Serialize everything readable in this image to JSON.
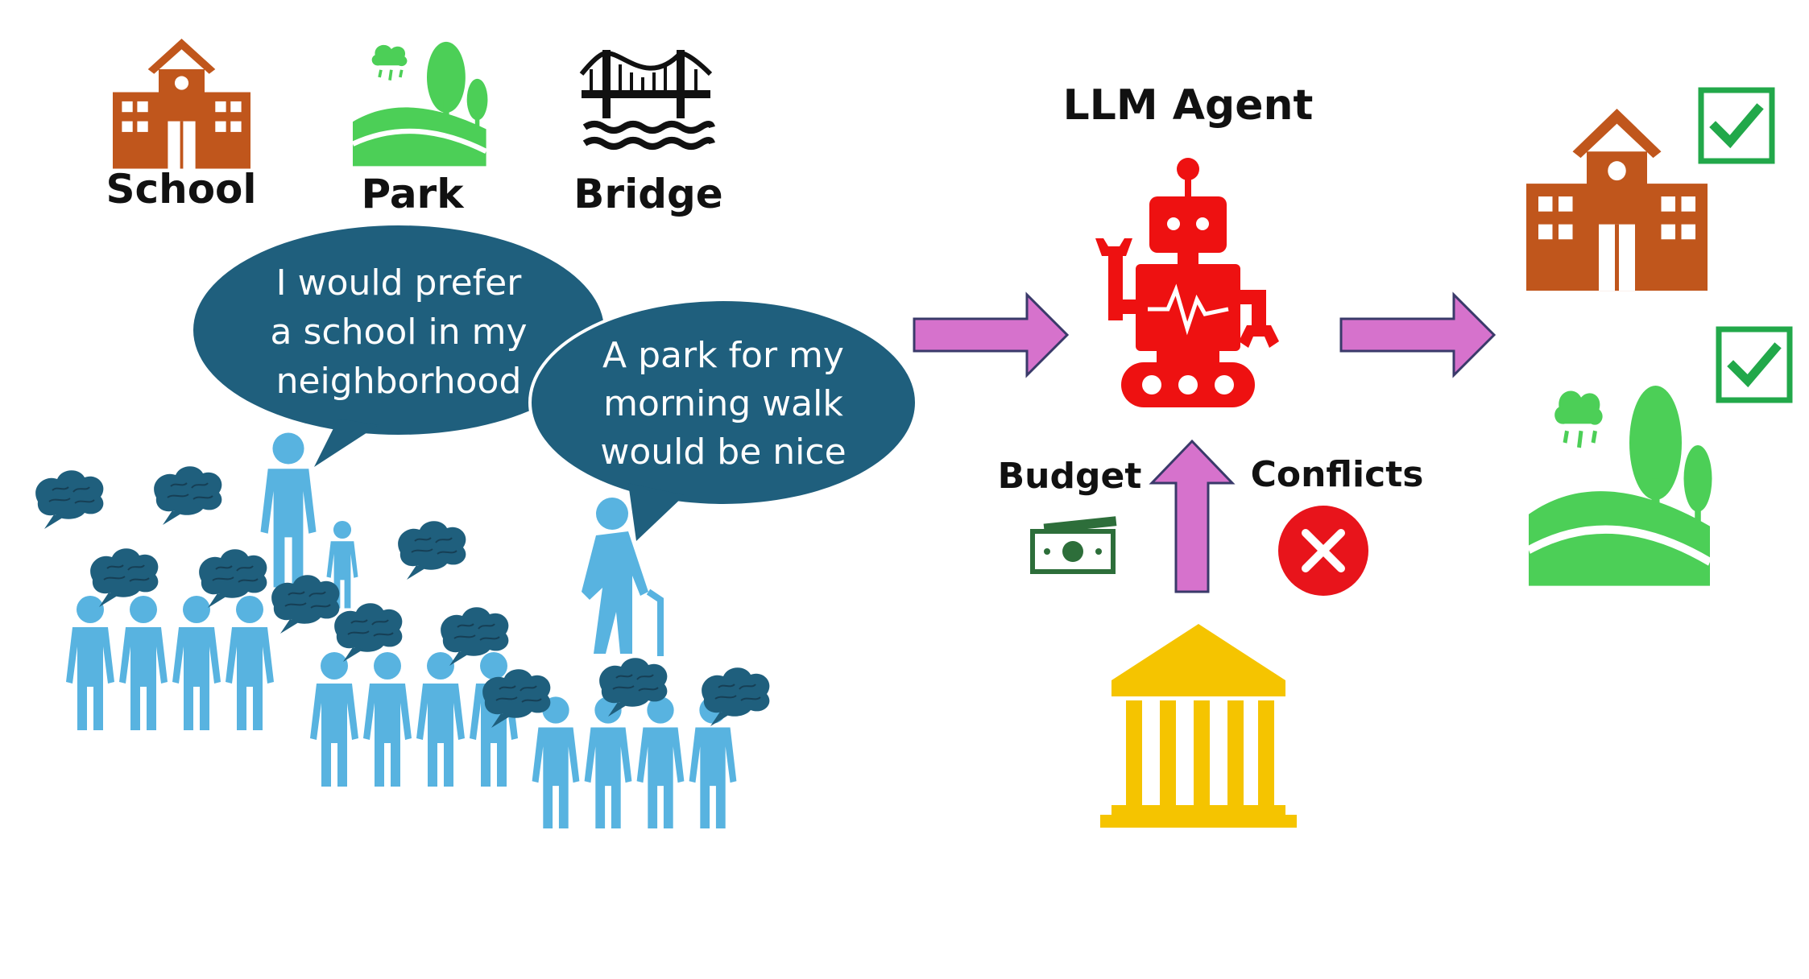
{
  "project_types": [
    {
      "label": "School",
      "icon": "school-icon"
    },
    {
      "label": "Park",
      "icon": "park-icon"
    },
    {
      "label": "Bridge",
      "icon": "bridge-icon"
    }
  ],
  "speech_bubbles": [
    {
      "lines": [
        "I would prefer",
        "a school in my",
        "neighborhood"
      ]
    },
    {
      "lines": [
        "A park for my",
        "morning walk",
        "would be nice"
      ]
    }
  ],
  "agent": {
    "label": "LLM Agent",
    "icon": "robot-icon"
  },
  "constraints": {
    "budget_label": "Budget",
    "conflicts_label": "Conflicts"
  },
  "outputs": [
    {
      "icon": "school-icon",
      "status": "approved"
    },
    {
      "icon": "park-icon",
      "status": "approved"
    }
  ],
  "colors": {
    "school": "#c0561c",
    "park": "#4ccf57",
    "bubble": "#1f5f7d",
    "people": "#58b3e0",
    "arrow": "#d672cc",
    "robot": "#ee1111",
    "government": "#f5c400",
    "check": "#22a84a",
    "cross": "#e8141b",
    "money": "#2d6e3a"
  }
}
